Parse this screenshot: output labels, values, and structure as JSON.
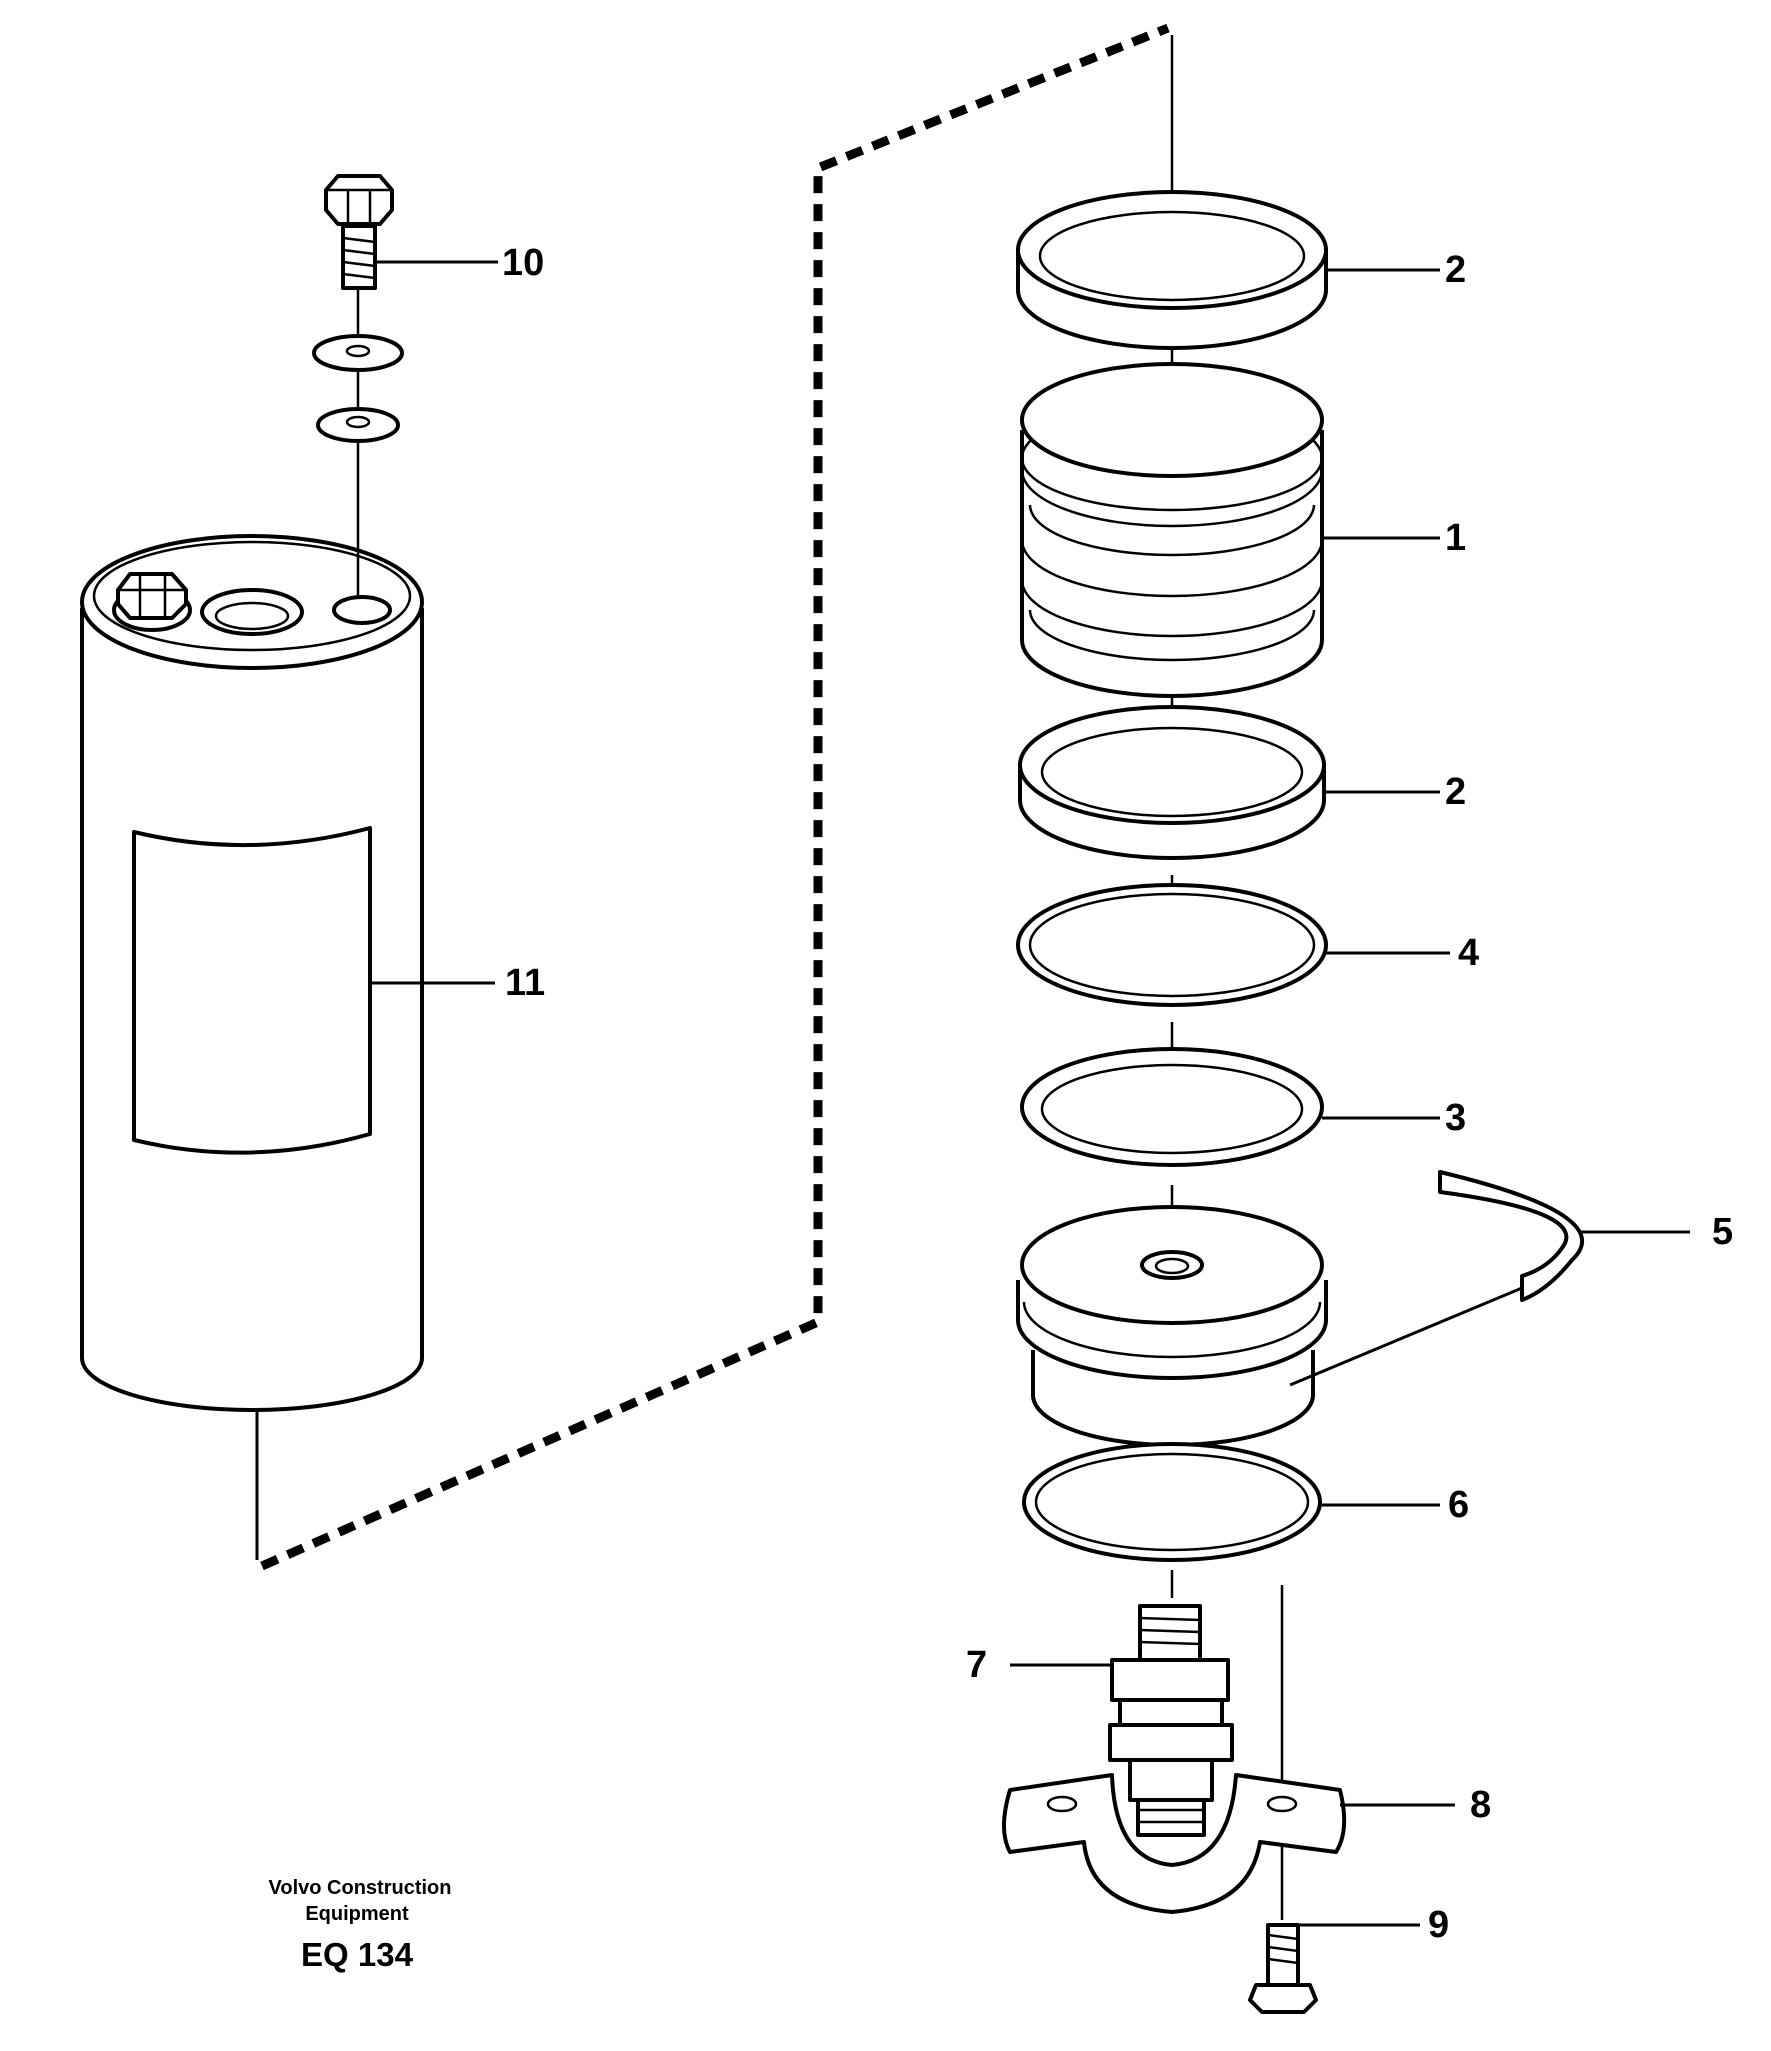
{
  "callouts": [
    {
      "id": "part-1",
      "label": "1"
    },
    {
      "id": "part-2-top",
      "label": "2"
    },
    {
      "id": "part-2-mid",
      "label": "2"
    },
    {
      "id": "part-3",
      "label": "3"
    },
    {
      "id": "part-4",
      "label": "4"
    },
    {
      "id": "part-5",
      "label": "5"
    },
    {
      "id": "part-6",
      "label": "6"
    },
    {
      "id": "part-7",
      "label": "7"
    },
    {
      "id": "part-8",
      "label": "8"
    },
    {
      "id": "part-9",
      "label": "9"
    },
    {
      "id": "part-10",
      "label": "10"
    },
    {
      "id": "part-11",
      "label": "11"
    }
  ],
  "footer": {
    "company_line1": "Volvo Construction",
    "company_line2": "Equipment",
    "figure_code": "EQ 134"
  }
}
